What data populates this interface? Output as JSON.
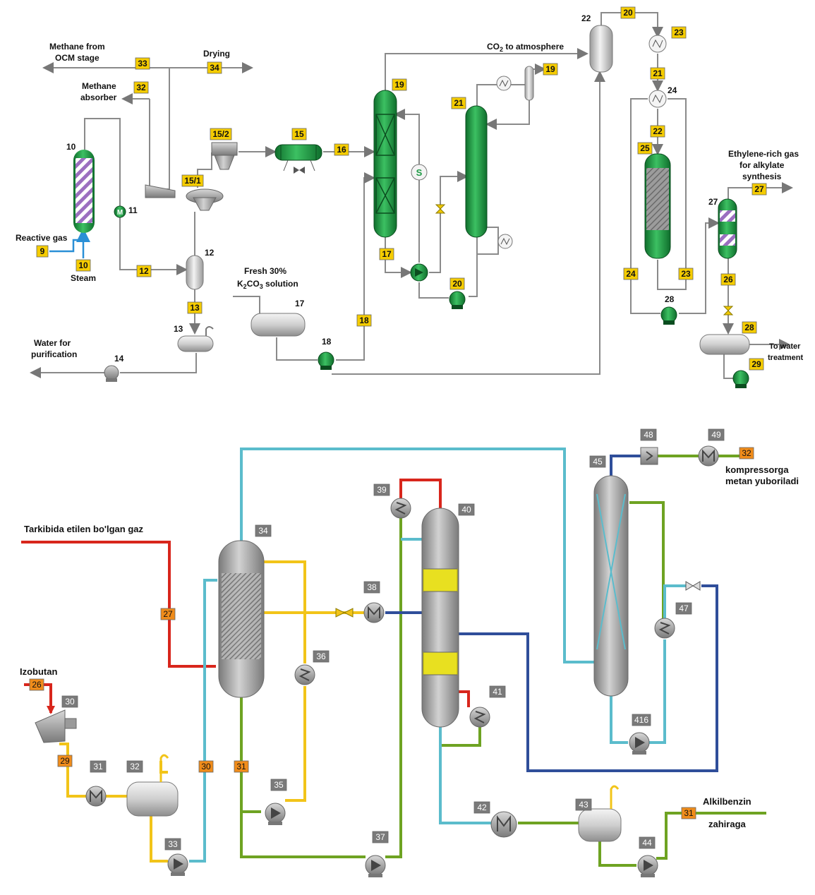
{
  "top": {
    "labels": {
      "methane_from": "Methane from",
      "ocm_stage": "OCM stage",
      "drying": "Drying",
      "methane_absorber_1": "Methane",
      "methane_absorber_2": "absorber",
      "reactive_gas": "Reactive gas",
      "steam": "Steam",
      "water_for_1": "Water for",
      "water_for_2": "purification",
      "fresh_1": "Fresh 30%",
      "fresh_2_a": "K",
      "fresh_2_b": "2",
      "fresh_2_c": "CO",
      "fresh_2_d": "3",
      "fresh_2_e": " solution",
      "co2_a": "CO",
      "co2_b": "2",
      "co2_c": "  to atmosphere",
      "ethylene_1": "Ethylene-rich gas",
      "ethylene_2": "for alkylate",
      "ethylene_3": "synthesis",
      "to_water_1": "To water",
      "to_water_2": "treatment"
    },
    "tags": [
      "33",
      "34",
      "32",
      "9",
      "10",
      "12",
      "13",
      "15/2",
      "15/1",
      "15",
      "16",
      "19",
      "21",
      "19",
      "17",
      "18",
      "20",
      "20",
      "23",
      "21",
      "22",
      "25",
      "24",
      "23",
      "27",
      "26",
      "28",
      "29"
    ],
    "equipment": [
      "10",
      "11",
      "12",
      "13",
      "14",
      "15/2",
      "15/1",
      "15",
      "17",
      "18",
      "22",
      "24",
      "27",
      "28"
    ]
  },
  "bottom": {
    "labels": {
      "feed_gas": "Tarkibida etilen bo'lgan gaz",
      "isobutane": "Izobutan",
      "compressor_1": "kompressorga",
      "compressor_2": "metan yuboriladi",
      "product_1": "Alkilbenzin",
      "product_2": "zahiraga"
    },
    "orange_tags": [
      "27",
      "26",
      "29",
      "30",
      "31",
      "32",
      "31"
    ],
    "grey_tags": [
      "30",
      "31",
      "32",
      "33",
      "34",
      "35",
      "36",
      "37",
      "38",
      "39",
      "40",
      "41",
      "42",
      "43",
      "44",
      "45",
      "416",
      "47",
      "48",
      "49"
    ]
  },
  "colors": {
    "green_vessel": "#1e9a45",
    "grey_vessel": "#9a9a9a",
    "tag_yellow": "#f5cc00",
    "tag_orange": "#f08c1a",
    "tag_grey": "#7a7a7a",
    "line_red": "#d8261c",
    "line_yellow": "#f2c419",
    "line_green": "#6ea322",
    "line_cyan": "#5bbccc",
    "line_blue": "#2f4e9a",
    "line_grey": "#8a8a8a"
  }
}
